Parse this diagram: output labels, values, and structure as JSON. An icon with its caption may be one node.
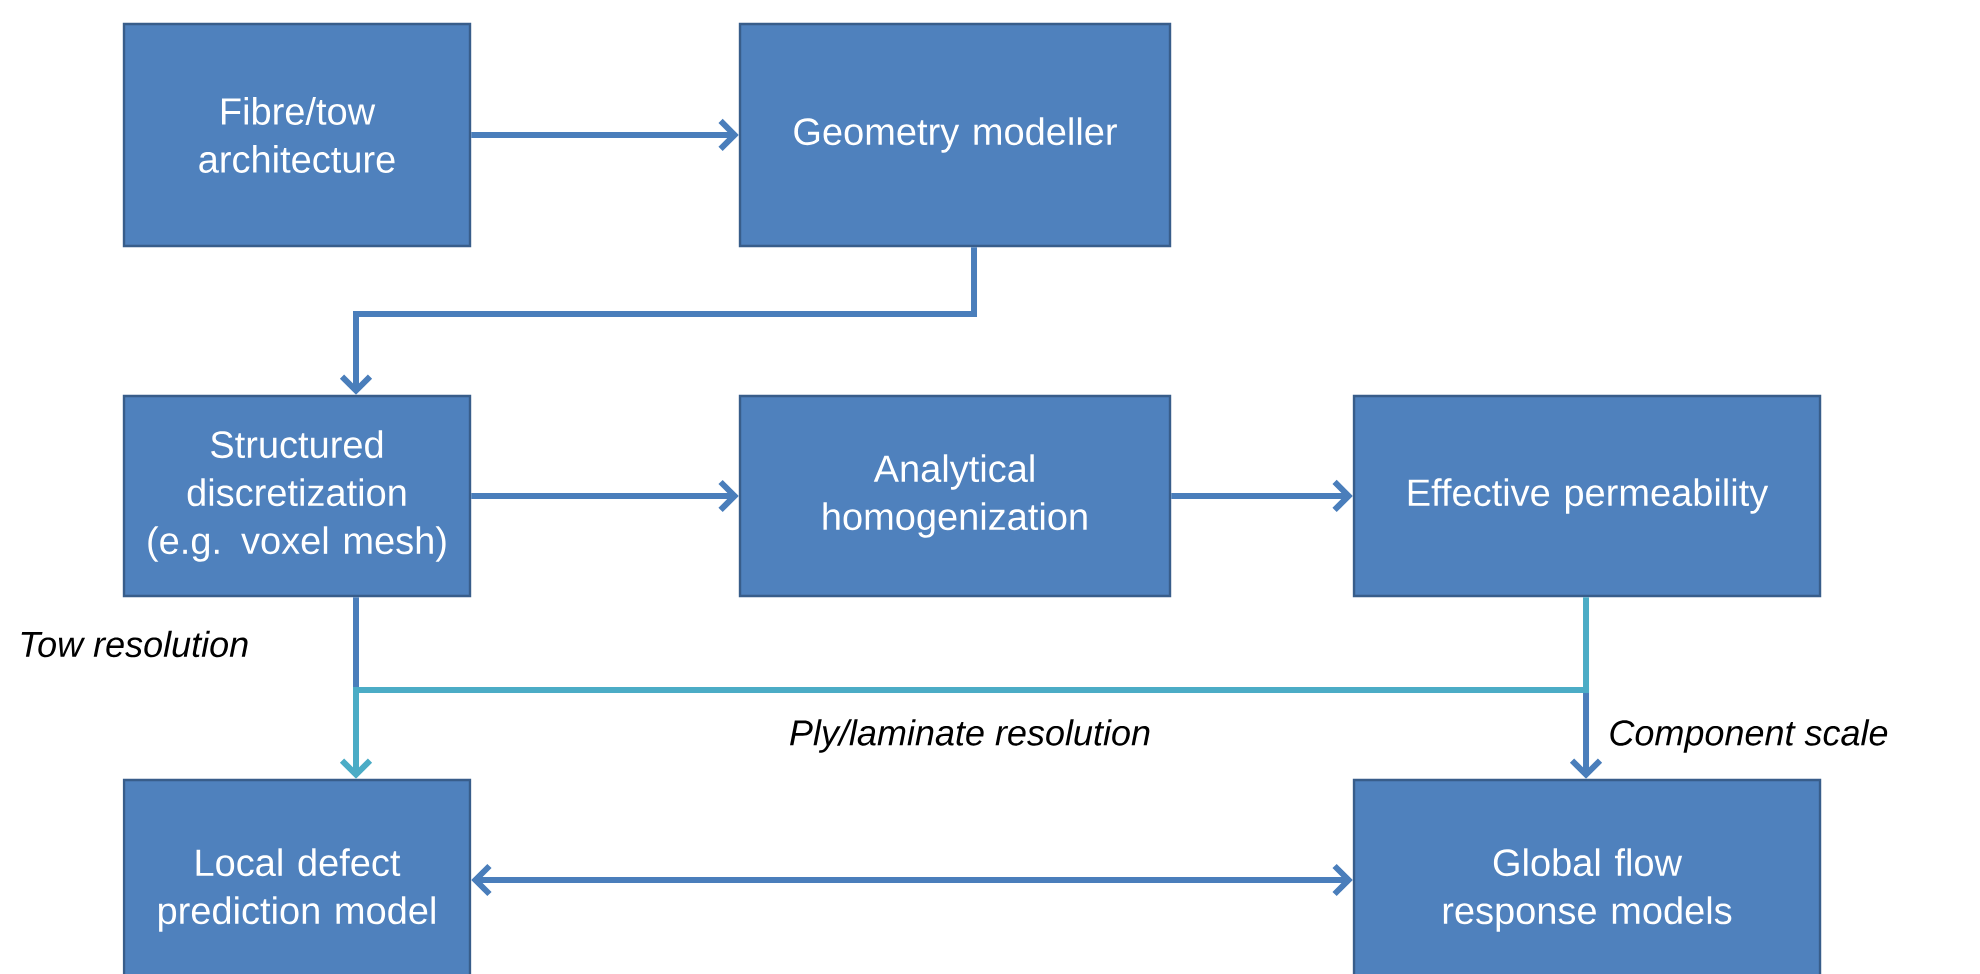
{
  "diagram": {
    "nodes": [
      {
        "text": [
          "Fibre/tow architecture"
        ]
      },
      {
        "text": [
          "Geometry modeller"
        ]
      },
      {
        "text": [
          "Structured discretization (e.g. voxel mesh)"
        ]
      },
      {
        "text": [
          "Analytical homogenization"
        ]
      },
      {
        "text": [
          "Effective permeability"
        ]
      },
      {
        "text": [
          "Local defect prediction model"
        ]
      },
      {
        "text": [
          "Global flow response models"
        ]
      }
    ],
    "edges": [
      {
        "from": 0,
        "to": 1,
        "arrow": "to"
      },
      {
        "from": 1,
        "to": 2,
        "arrow": "to"
      },
      {
        "from": 2,
        "to": 3,
        "arrow": "to"
      },
      {
        "from": 3,
        "to": 4,
        "arrow": "to"
      },
      {
        "from": 2,
        "to": 6,
        "arrow": "to"
      },
      {
        "from": 4,
        "to": 5,
        "arrow": "to",
        "color": "#4bacc6"
      },
      {
        "from": 5,
        "to": 6,
        "arrow": "both"
      }
    ],
    "labels": [
      "Tow resolution",
      "Ply/laminate resolution",
      "Component scale"
    ]
  }
}
